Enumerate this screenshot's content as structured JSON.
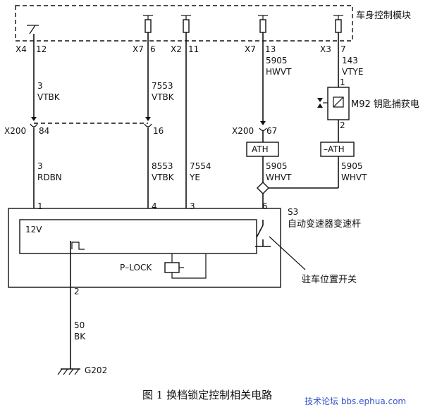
{
  "body_control_module": "车身控制模块",
  "top_connectors": {
    "c1": "X4",
    "p1": "12",
    "c2": "X7",
    "p2": "6",
    "c3": "X2",
    "p3": "11",
    "c4": "X7",
    "p4": "13",
    "c5": "X3",
    "p5": "7"
  },
  "wires": {
    "w1_num": "3",
    "w1_color": "VTBK",
    "w2_num": "7553",
    "w2_color": "VTBK",
    "w4_num": "5905",
    "w4_color": "HWVT",
    "w5_num": "143",
    "w5_color": "VTYE",
    "w1b_num": "3",
    "w1b_color": "RDBN",
    "w2b_num": "8553",
    "w2b_color": "VTBK",
    "w3_num": "7554",
    "w3_color": "YE",
    "w4b_num": "5905",
    "w4b_color": "WHVT",
    "w5b_num": "5905",
    "w5b_color": "WHVT",
    "ground_num": "50",
    "ground_color": "BK"
  },
  "mid_connector": {
    "name": "X200",
    "p1": "84",
    "p2": "16",
    "name2": "X200",
    "p3": "67"
  },
  "key_solenoid": {
    "pin_top": "1",
    "pin_bottom": "2",
    "label": "M92 钥匙捕获电"
  },
  "ath": {
    "ath": "ATH",
    "nath": "–ATH"
  },
  "shifter": {
    "pin1": "1",
    "pin4": "4",
    "pin3": "3",
    "pin6": "6",
    "id": "S3",
    "label": "自动变速器变速杆",
    "supply": "12V",
    "plock": "P–LOCK",
    "pin2": "2"
  },
  "park_switch": "驻车位置开关",
  "ground": "G202",
  "caption": "图 1   换档锁定控制相关电路",
  "watermark": "技术论坛 bbs.ephua.com"
}
